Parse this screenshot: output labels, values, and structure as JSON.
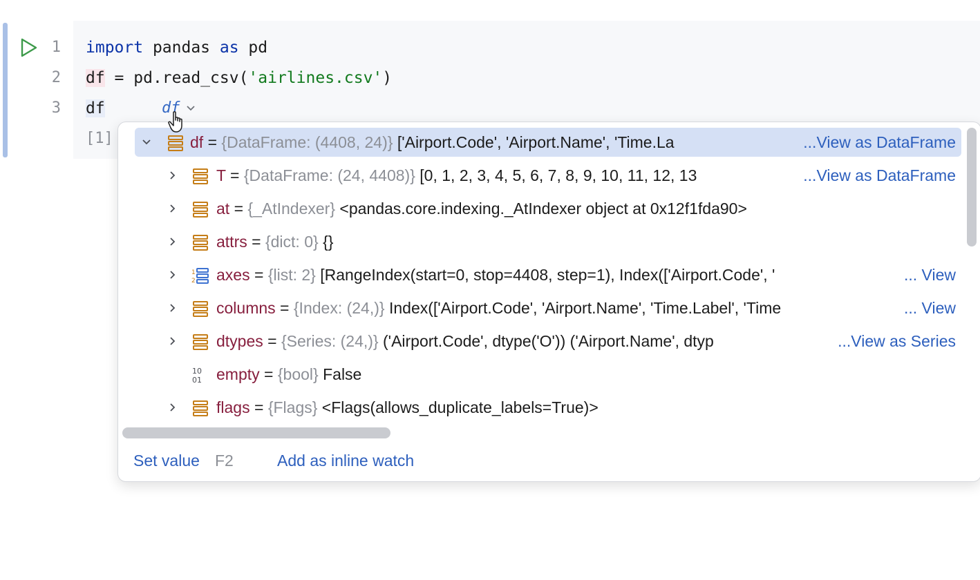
{
  "cell": {
    "line_numbers": [
      "1",
      "2",
      "3"
    ],
    "line1": {
      "kw1": "import",
      "mid": " pandas ",
      "kw2": "as",
      "end": " pd"
    },
    "line2": {
      "var": "df",
      "mid": " = pd.read_csv(",
      "str": "'airlines.csv'",
      "end": ")"
    },
    "line3": {
      "var": "df"
    },
    "inline_hint": "df",
    "exec_count": "[1]"
  },
  "popup": {
    "rows": [
      {
        "name": "df",
        "eq": " = ",
        "type": "{DataFrame: (4408, 24)}",
        "value": " ['Airport.Code', 'Airport.Name', 'Time.La",
        "link": "...View as DataFrame",
        "expanded": true,
        "icon": "dataframe-icon"
      },
      {
        "name": "T",
        "eq": " = ",
        "type": "{DataFrame: (24, 4408)}",
        "value": " [0, 1, 2, 3, 4, 5, 6, 7, 8, 9, 10, 11, 12, 13",
        "link": "...View as DataFrame",
        "expanded": false,
        "icon": "dataframe-icon"
      },
      {
        "name": "at",
        "eq": " = ",
        "type": "{_AtIndexer}",
        "value": " <pandas.core.indexing._AtIndexer object at 0x12f1fda90>",
        "link": "",
        "expanded": false,
        "icon": "dataframe-icon"
      },
      {
        "name": "attrs",
        "eq": " = ",
        "type": "{dict: 0}",
        "value": " {}",
        "link": "",
        "expanded": false,
        "icon": "dataframe-icon"
      },
      {
        "name": "axes",
        "eq": " = ",
        "type": "{list: 2}",
        "value": " [RangeIndex(start=0, stop=4408, step=1), Index(['Airport.Code', '",
        "link": "... View",
        "expanded": false,
        "icon": "list-icon"
      },
      {
        "name": "columns",
        "eq": " = ",
        "type": "{Index: (24,)}",
        "value": " Index(['Airport.Code', 'Airport.Name', 'Time.Label', 'Time",
        "link": "... View",
        "expanded": false,
        "icon": "dataframe-icon"
      },
      {
        "name": "dtypes",
        "eq": " = ",
        "type": "{Series: (24,)}",
        "value": " ('Airport.Code', dtype('O')) ('Airport.Name', dtyp",
        "link": "...View as Series",
        "expanded": false,
        "icon": "dataframe-icon"
      },
      {
        "name": "empty",
        "eq": " = ",
        "type": "{bool}",
        "value": " False",
        "link": "",
        "expanded": null,
        "icon": "bool-icon"
      },
      {
        "name": "flags",
        "eq": " = ",
        "type": "{Flags}",
        "value": " <Flags(allows_duplicate_labels=True)>",
        "link": "",
        "expanded": false,
        "icon": "dataframe-icon"
      }
    ],
    "footer": {
      "set_value": "Set value",
      "set_value_shortcut": "F2",
      "add_inline_watch": "Add as inline watch"
    }
  },
  "colors": {
    "accent": "#2d5fbd",
    "name": "#871f3e",
    "type": "#8c8f96",
    "selected_row": "#d5e0f5",
    "icon": "#c57d17"
  }
}
